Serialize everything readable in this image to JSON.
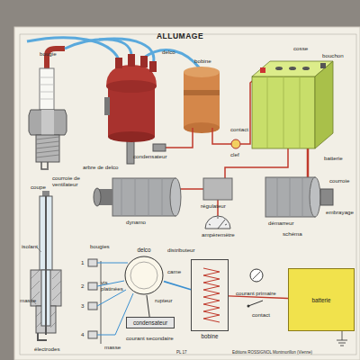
{
  "diagram": {
    "title": "ALLUMAGE",
    "nodes": [
      {
        "text": [
          "delco"
        ]
      },
      {
        "text": [
          "condensateur"
        ]
      },
      {
        "text": [
          "bobine"
        ]
      },
      {
        "text": [
          "batterie"
        ]
      }
    ],
    "edges": [
      {
        "from": 2,
        "to": 0,
        "arrow": "none"
      },
      {
        "from": 1,
        "to": 0,
        "arrow": "none"
      },
      {
        "from": 3,
        "to": 2,
        "arrow": "none"
      }
    ],
    "labels": [
      "bougie",
      "delco",
      "bobine",
      "cosse",
      "bouchon",
      "contact",
      "clef",
      "batterie",
      "condensateur",
      "arbre de delco",
      "courroie de ventilateur",
      "dynamo",
      "régulateur",
      "démarreur",
      "courroie",
      "embrayage",
      "coupe",
      "isolant",
      "masse",
      "électrodes",
      "ampèremètre",
      "schéma",
      "bougies",
      "1",
      "2",
      "3",
      "4",
      "distributeur",
      "vis platinées",
      "rupteur",
      "came",
      "masse",
      "courant secondaire",
      "courant primaire",
      "contact",
      "Editions ROSSIGNOL Montmorillon (Vienne)",
      "PL 17"
    ]
  }
}
